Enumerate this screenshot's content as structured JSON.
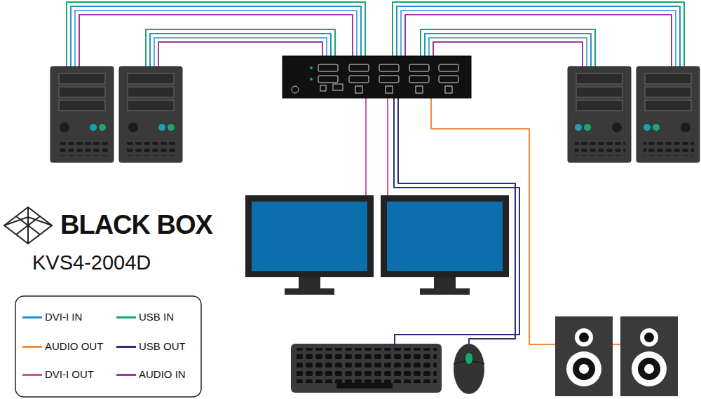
{
  "diagram": {
    "labels": [
      "BLACK BOX",
      "KVS4-2004D"
    ],
    "legend": [
      {
        "text": "DVI-I IN",
        "color": "#2a8fd0"
      },
      {
        "text": "USB IN",
        "color": "#1aa86b"
      },
      {
        "text": "AUDIO OUT",
        "color": "#f08a3c"
      },
      {
        "text": "USB OUT",
        "color": "#2d2f7a"
      },
      {
        "text": "DVI-I OUT",
        "color": "#d6509e"
      },
      {
        "text": "AUDIO IN",
        "color": "#9b3a9b"
      }
    ]
  }
}
